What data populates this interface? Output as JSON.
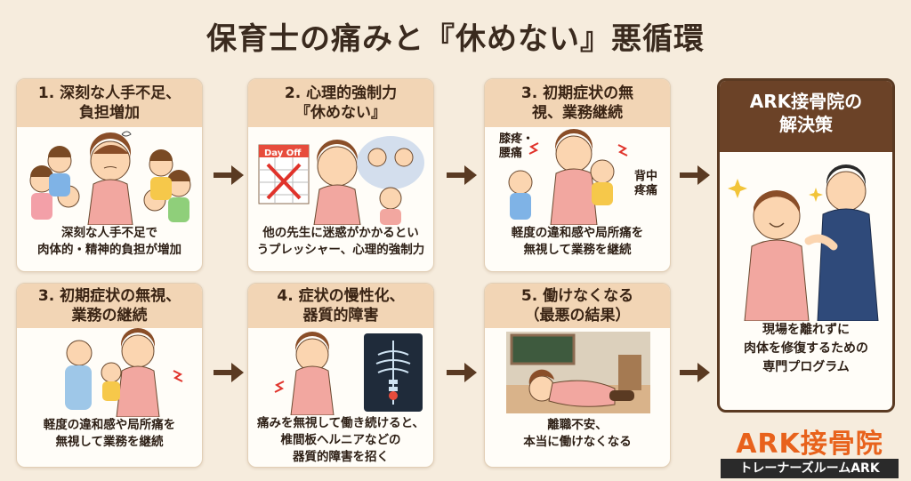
{
  "title": "保育士の痛みと『休めない』悪循環",
  "cards": [
    {
      "head": "1. 深刻な人手不足、\n負担増加",
      "caption": "深刻な人手不足で\n肉体的・精神的負担が増加"
    },
    {
      "head": "2. 心理的強制力\n『休めない』",
      "caption": "他の先生に迷惑がかかるとい\nうプレッシャー、心理的強制力",
      "calendar_label": "Day Off"
    },
    {
      "head": "3. 初期症状の無\n視、業務継続",
      "caption": "軽度の違和感や局所痛を\n無視して業務を継続",
      "tag_knee": "膝疼・\n腰痛",
      "tag_back": "背中\n疼痛"
    },
    {
      "head": "3. 初期症状の無視、\n業務の継続",
      "caption": "軽度の違和感や局所痛を\n無視して業務を継続"
    },
    {
      "head": "4. 症状の慢性化、\n器質的障害",
      "caption": "痛みを無視して働き続けると、\n椎間板ヘルニアなどの\n器質的障害を招く"
    },
    {
      "head": "5. 働けなくなる\n（最悪の結果）",
      "caption": "離職不安、\n本当に働けなくなる"
    }
  ],
  "result": {
    "head": "ARK接骨院の\n解決策",
    "caption": "現場を離れずに\n肉体を修復するための\n専門プログラム"
  },
  "brand": {
    "name": "ARK接骨院",
    "sub": "トレーナーズルームARK"
  },
  "colors": {
    "arrow": "#5a3a22",
    "accent": "#e8621c",
    "apron": "#f2a7a0"
  }
}
